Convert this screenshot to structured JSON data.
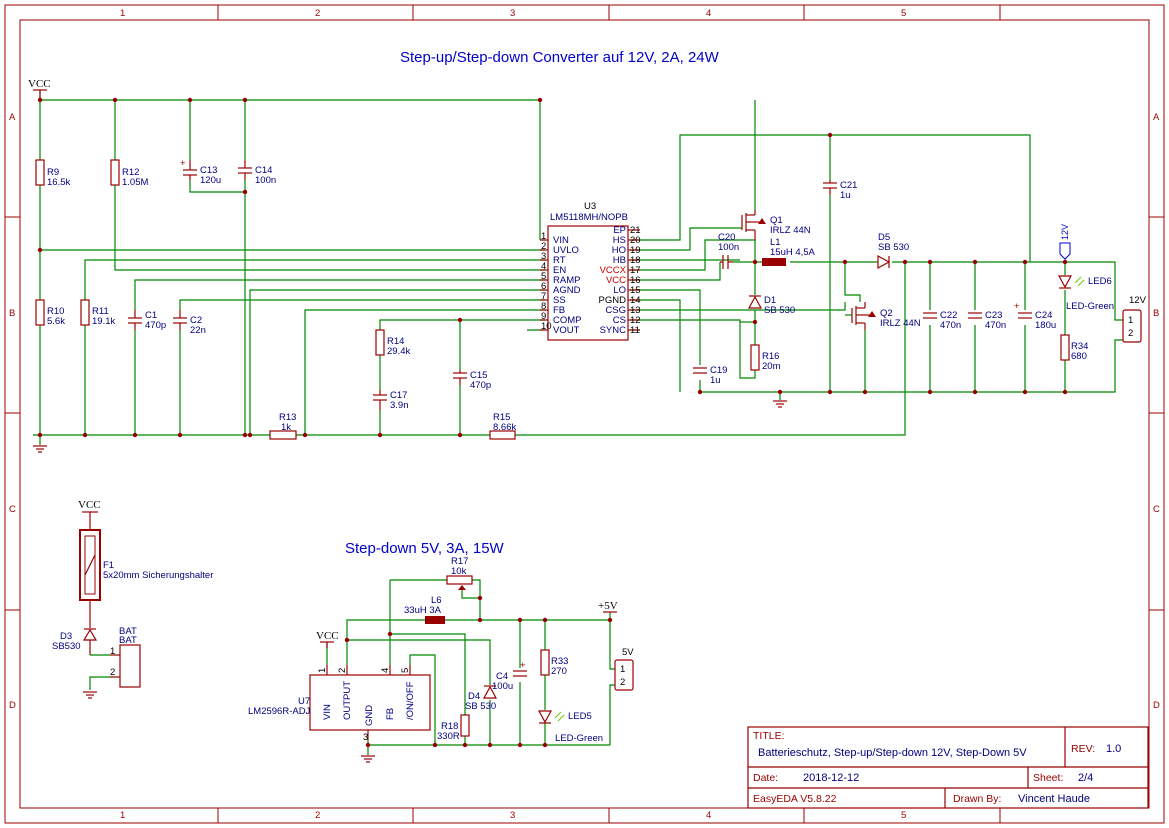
{
  "title_main": "Step-up/Step-down Converter auf 12V, 2A, 24W",
  "title_sub": "Step-down 5V, 3A, 15W",
  "frame": {
    "cols": [
      "1",
      "2",
      "3",
      "4",
      "5"
    ],
    "rows": [
      "A",
      "B",
      "C",
      "D"
    ]
  },
  "ic_u3": {
    "ref": "U3",
    "part": "LM5118MH/NOPB",
    "left_pins": [
      {
        "num": "1",
        "name": "VIN"
      },
      {
        "num": "2",
        "name": "UVLO"
      },
      {
        "num": "3",
        "name": "RT"
      },
      {
        "num": "4",
        "name": "EN"
      },
      {
        "num": "5",
        "name": "RAMP"
      },
      {
        "num": "6",
        "name": "AGND"
      },
      {
        "num": "7",
        "name": "SS"
      },
      {
        "num": "8",
        "name": "FB"
      },
      {
        "num": "9",
        "name": "COMP"
      },
      {
        "num": "10",
        "name": "VOUT"
      }
    ],
    "right_pins": [
      {
        "num": "21",
        "name": "EP"
      },
      {
        "num": "20",
        "name": "HS"
      },
      {
        "num": "19",
        "name": "HO"
      },
      {
        "num": "18",
        "name": "HB"
      },
      {
        "num": "17",
        "name": "VCCX"
      },
      {
        "num": "16",
        "name": "VCC"
      },
      {
        "num": "15",
        "name": "LO"
      },
      {
        "num": "14",
        "name": "PGND"
      },
      {
        "num": "13",
        "name": "CSG"
      },
      {
        "num": "12",
        "name": "CS"
      },
      {
        "num": "11",
        "name": "SYNC"
      }
    ]
  },
  "components": {
    "r9": {
      "ref": "R9",
      "val": "16.5k"
    },
    "r12": {
      "ref": "R12",
      "val": "1.05M"
    },
    "c13": {
      "ref": "C13",
      "val": "120u"
    },
    "c14": {
      "ref": "C14",
      "val": "100n"
    },
    "r10": {
      "ref": "R10",
      "val": "5.6k"
    },
    "r11": {
      "ref": "R11",
      "val": "19.1k"
    },
    "c1": {
      "ref": "C1",
      "val": "470p"
    },
    "c2": {
      "ref": "C2",
      "val": "22n"
    },
    "r14": {
      "ref": "R14",
      "val": "29.4k"
    },
    "c17": {
      "ref": "C17",
      "val": "3.9n"
    },
    "c15": {
      "ref": "C15",
      "val": "470p"
    },
    "r13": {
      "ref": "R13",
      "val": "1k"
    },
    "r15": {
      "ref": "R15",
      "val": "8.66k"
    },
    "q1": {
      "ref": "Q1",
      "val": "IRLZ 44N"
    },
    "c20": {
      "ref": "C20",
      "val": "100n"
    },
    "l1": {
      "ref": "L1",
      "val": "15uH 4,5A"
    },
    "c21": {
      "ref": "C21",
      "val": "1u"
    },
    "d1": {
      "ref": "D1",
      "val": "SB 530"
    },
    "d5": {
      "ref": "D5",
      "val": "SB 530"
    },
    "q2": {
      "ref": "Q2",
      "val": "IRLZ 44N"
    },
    "c22": {
      "ref": "C22",
      "val": "470n"
    },
    "c23": {
      "ref": "C23",
      "val": "470n"
    },
    "c24": {
      "ref": "C24",
      "val": "180u"
    },
    "r16": {
      "ref": "R16",
      "val": "20m"
    },
    "c19": {
      "ref": "C19",
      "val": "1u"
    },
    "led6": {
      "ref": "LED6",
      "val": "LED-Green"
    },
    "r34": {
      "ref": "R34",
      "val": "680"
    },
    "f1": {
      "ref": "F1",
      "val": "5x20mm Sicherungshalter"
    },
    "d3": {
      "ref": "D3",
      "val": "SB530"
    },
    "bat": {
      "ref": "BAT",
      "val": "BAT"
    },
    "r17": {
      "ref": "R17",
      "val": "10k"
    },
    "l6": {
      "ref": "L6",
      "val": "33uH 3A"
    },
    "c4": {
      "ref": "C4",
      "val": "100u"
    },
    "d4": {
      "ref": "D4",
      "val": "SB 530"
    },
    "r18": {
      "ref": "R18",
      "val": "330R"
    },
    "r33": {
      "ref": "R33",
      "val": "270"
    },
    "led5": {
      "ref": "LED5",
      "val": "LED-Green"
    },
    "u7": {
      "ref": "U7",
      "val": "LM2596R-ADJ"
    }
  },
  "u7_pins": [
    {
      "num": "1",
      "name": "VIN"
    },
    {
      "num": "2",
      "name": "OUTPUT"
    },
    {
      "num": "4",
      "name": "FB"
    },
    {
      "num": "5",
      "name": "/ON/OFF"
    },
    {
      "num": "3",
      "name": "GND"
    }
  ],
  "nets": {
    "vcc": "VCC",
    "plus5v": "+5V",
    "v12": "12V",
    "conn12_label": "12V",
    "conn5_label": "5V",
    "pin1": "1",
    "pin2": "2"
  },
  "titleblock": {
    "title_label": "TITLE:",
    "title_value": "Batterieschutz, Step-up/Step-down 12V, Step-Down 5V",
    "rev_label": "REV:",
    "rev_value": "1.0",
    "date_label": "Date:",
    "date_value": "2018-12-12",
    "sheet_label": "Sheet:",
    "sheet_value": "2/4",
    "tool": "EasyEDA V5.8.22",
    "drawn_label": "Drawn By:",
    "drawn_value": "Vincent Haude"
  },
  "colors": {
    "wire": "#008800",
    "part": "#990000",
    "text": "#000080",
    "title": "#0000cc",
    "warn": "#cc0000"
  }
}
